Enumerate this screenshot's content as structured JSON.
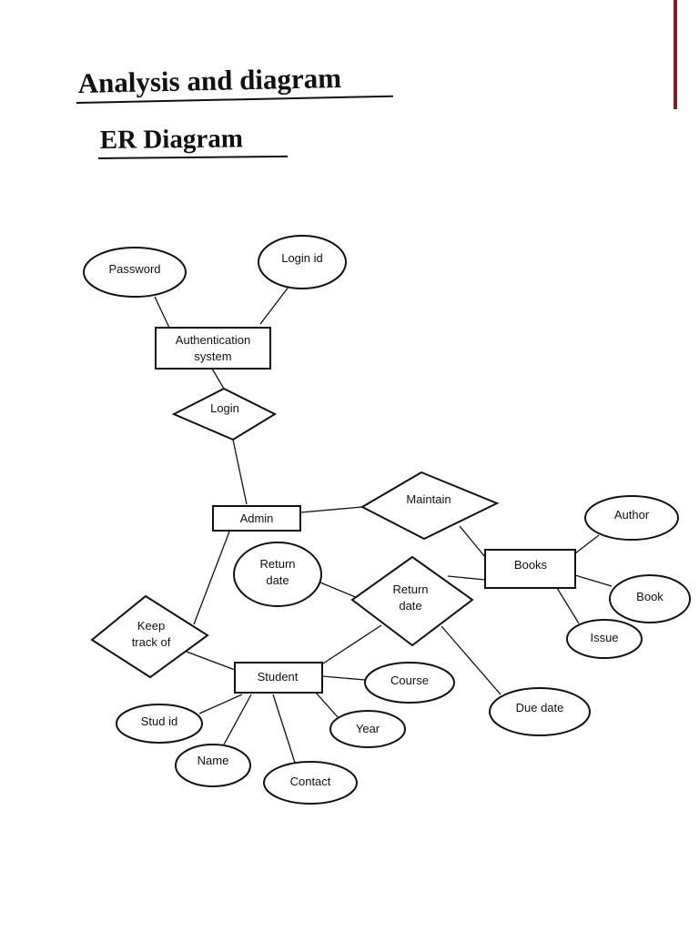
{
  "document": {
    "title": "Analysis and diagram",
    "subtitle": "ER Diagram"
  },
  "diagram": {
    "entities": {
      "authentication": {
        "line1": "Authentication",
        "line2": "system"
      },
      "admin": "Admin",
      "books": "Books",
      "student": "Student"
    },
    "relationships": {
      "login": "Login",
      "maintain": "Maintain",
      "return": {
        "line1": "Return",
        "line2": "date"
      },
      "keep_track": {
        "line1": "Keep",
        "line2": "track of"
      }
    },
    "attributes": {
      "password": "Password",
      "login_id": "Login id",
      "author": "Author",
      "book": "Book",
      "issue": "Issue",
      "return_date": {
        "line1": "Return",
        "line2": "date"
      },
      "due_date": "Due date",
      "course": "Course",
      "year": "Year",
      "stud_id": "Stud id",
      "name": "Name",
      "contact": "Contact"
    }
  }
}
